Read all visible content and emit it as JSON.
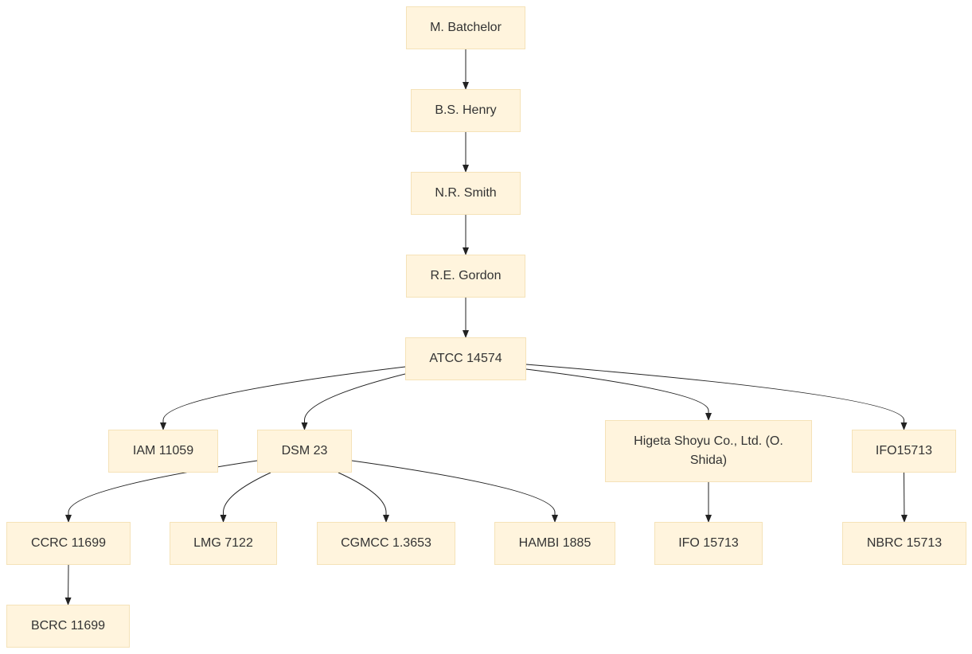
{
  "nodes": {
    "batchelor": "M. Batchelor",
    "henry": "B.S. Henry",
    "smith": "N.R. Smith",
    "gordon": "R.E. Gordon",
    "atcc": "ATCC 14574",
    "iam": "IAM 11059",
    "dsm": "DSM 23",
    "higeta": "Higeta Shoyu Co., Ltd. (O. Shida)",
    "ifo15713_nospace": "IFO15713",
    "ccrc": "CCRC 11699",
    "lmg": "LMG 7122",
    "cgmcc": "CGMCC 1.3653",
    "hambi": "HAMBI 1885",
    "ifo15713": "IFO 15713",
    "nbrc": "NBRC 15713",
    "bcrc": "BCRC 11699"
  },
  "edges": [
    [
      "batchelor",
      "henry"
    ],
    [
      "henry",
      "smith"
    ],
    [
      "smith",
      "gordon"
    ],
    [
      "gordon",
      "atcc"
    ],
    [
      "atcc",
      "iam"
    ],
    [
      "atcc",
      "dsm"
    ],
    [
      "atcc",
      "higeta"
    ],
    [
      "atcc",
      "ifo15713_nospace"
    ],
    [
      "dsm",
      "ccrc"
    ],
    [
      "dsm",
      "lmg"
    ],
    [
      "dsm",
      "cgmcc"
    ],
    [
      "dsm",
      "hambi"
    ],
    [
      "higeta",
      "ifo15713"
    ],
    [
      "ifo15713_nospace",
      "nbrc"
    ],
    [
      "ccrc",
      "bcrc"
    ]
  ],
  "colors": {
    "node_fill": "#fff4dd",
    "node_border": "#f5e2b8",
    "edge": "#222222",
    "text": "#333333"
  }
}
